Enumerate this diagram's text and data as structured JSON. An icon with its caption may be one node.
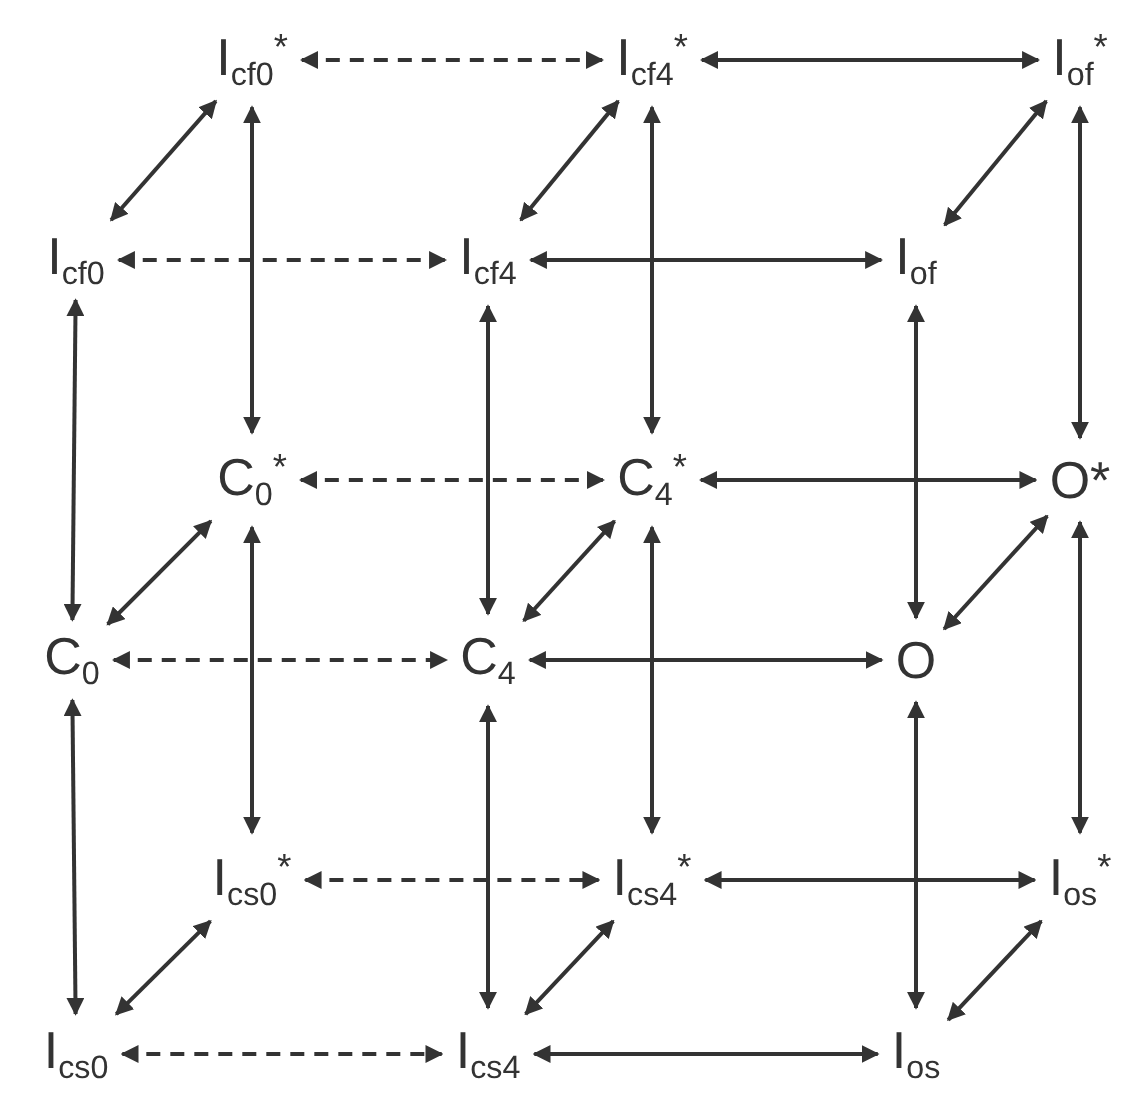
{
  "diagram": {
    "nodes": [
      {
        "text": [
          "I$_{cf0}$$^{*}$"
        ]
      },
      {
        "text": [
          "I$_{cf4}$$^{*}$"
        ]
      },
      {
        "text": [
          "I$_{of}$$^{*}$"
        ]
      },
      {
        "text": [
          "I$_{cf0}$"
        ]
      },
      {
        "text": [
          "I$_{cf4}$"
        ]
      },
      {
        "text": [
          "I$_{of}$"
        ]
      },
      {
        "text": [
          "C$_{0}$$^{*}$"
        ]
      },
      {
        "text": [
          "C$_{4}$$^{*}$"
        ]
      },
      {
        "text": [
          "O*"
        ]
      },
      {
        "text": [
          "C$_{0}$"
        ]
      },
      {
        "text": [
          "C$_{4}$"
        ]
      },
      {
        "text": [
          "O"
        ]
      },
      {
        "text": [
          "I$_{cs0}$$^{*}$"
        ]
      },
      {
        "text": [
          "I$_{cs4}$$^{*}$"
        ]
      },
      {
        "text": [
          "I$_{os}$$^{*}$"
        ]
      },
      {
        "text": [
          "I$_{cs0}$"
        ]
      },
      {
        "text": [
          "I$_{cs4}$"
        ]
      },
      {
        "text": [
          "I$_{os}$"
        ]
      }
    ],
    "edges": [
      {
        "from": 0,
        "to": 1,
        "arrow": "both",
        "style": "dashed"
      },
      {
        "from": 1,
        "to": 2,
        "arrow": "both"
      },
      {
        "from": 3,
        "to": 4,
        "arrow": "both",
        "style": "dashed"
      },
      {
        "from": 4,
        "to": 5,
        "arrow": "both"
      },
      {
        "from": 6,
        "to": 7,
        "arrow": "both",
        "style": "dashed"
      },
      {
        "from": 7,
        "to": 8,
        "arrow": "both"
      },
      {
        "from": 9,
        "to": 10,
        "arrow": "both",
        "style": "dashed"
      },
      {
        "from": 10,
        "to": 11,
        "arrow": "both"
      },
      {
        "from": 12,
        "to": 13,
        "arrow": "both",
        "style": "dashed"
      },
      {
        "from": 13,
        "to": 14,
        "arrow": "both"
      },
      {
        "from": 15,
        "to": 16,
        "arrow": "both",
        "style": "dashed"
      },
      {
        "from": 16,
        "to": 17,
        "arrow": "both"
      },
      {
        "from": 0,
        "to": 6,
        "arrow": "both"
      },
      {
        "from": 6,
        "to": 12,
        "arrow": "both"
      },
      {
        "from": 1,
        "to": 7,
        "arrow": "both"
      },
      {
        "from": 7,
        "to": 13,
        "arrow": "both"
      },
      {
        "from": 2,
        "to": 8,
        "arrow": "both"
      },
      {
        "from": 8,
        "to": 14,
        "arrow": "both"
      },
      {
        "from": 3,
        "to": 9,
        "arrow": "both"
      },
      {
        "from": 9,
        "to": 15,
        "arrow": "both"
      },
      {
        "from": 4,
        "to": 10,
        "arrow": "both"
      },
      {
        "from": 10,
        "to": 16,
        "arrow": "both"
      },
      {
        "from": 5,
        "to": 11,
        "arrow": "both"
      },
      {
        "from": 11,
        "to": 17,
        "arrow": "both"
      },
      {
        "from": 3,
        "to": 0,
        "arrow": "both"
      },
      {
        "from": 4,
        "to": 1,
        "arrow": "both"
      },
      {
        "from": 5,
        "to": 2,
        "arrow": "both"
      },
      {
        "from": 9,
        "to": 6,
        "arrow": "both"
      },
      {
        "from": 10,
        "to": 7,
        "arrow": "both"
      },
      {
        "from": 11,
        "to": 8,
        "arrow": "both"
      },
      {
        "from": 15,
        "to": 12,
        "arrow": "both"
      },
      {
        "from": 16,
        "to": 13,
        "arrow": "both"
      },
      {
        "from": 17,
        "to": 14,
        "arrow": "both"
      }
    ]
  }
}
